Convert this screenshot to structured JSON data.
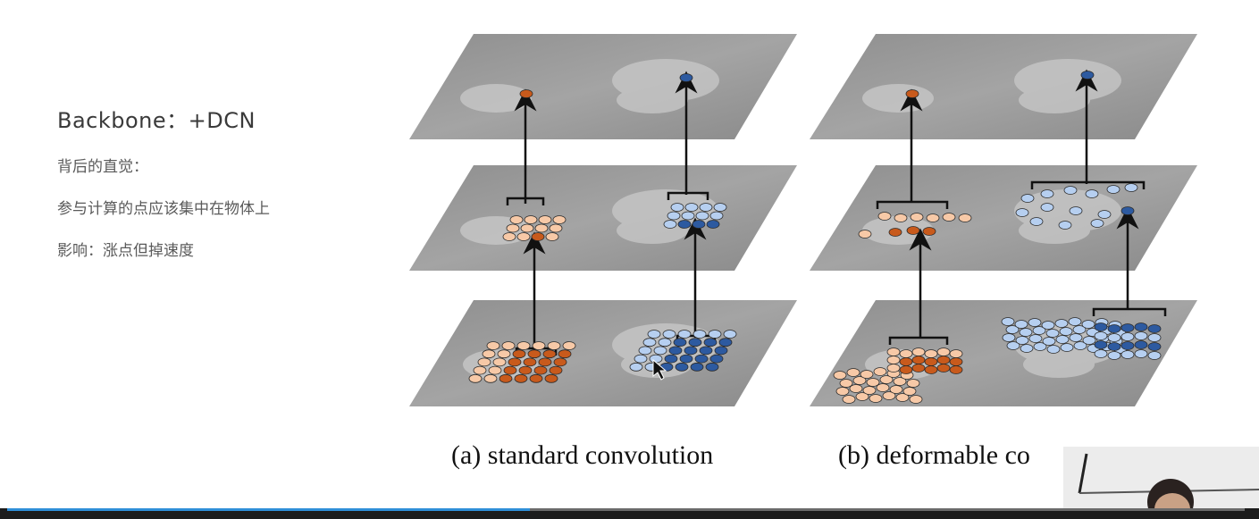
{
  "slide": {
    "title": "Backbone：+DCN",
    "bullets": [
      "背后的直觉：",
      "参与计算的点应该集中在物体上",
      "影响：涨点但掉速度"
    ]
  },
  "figure": {
    "caption_left": "(a) standard convolution",
    "caption_right": "(b) deformable co"
  },
  "colors": {
    "orange_dark": "#c85a1c",
    "orange_light": "#f7c9a7",
    "blue_dark": "#2d5aa0",
    "blue_light": "#b6cff0",
    "progress": "#2f8fd8"
  },
  "video": {
    "progress_fraction": 0.42
  }
}
